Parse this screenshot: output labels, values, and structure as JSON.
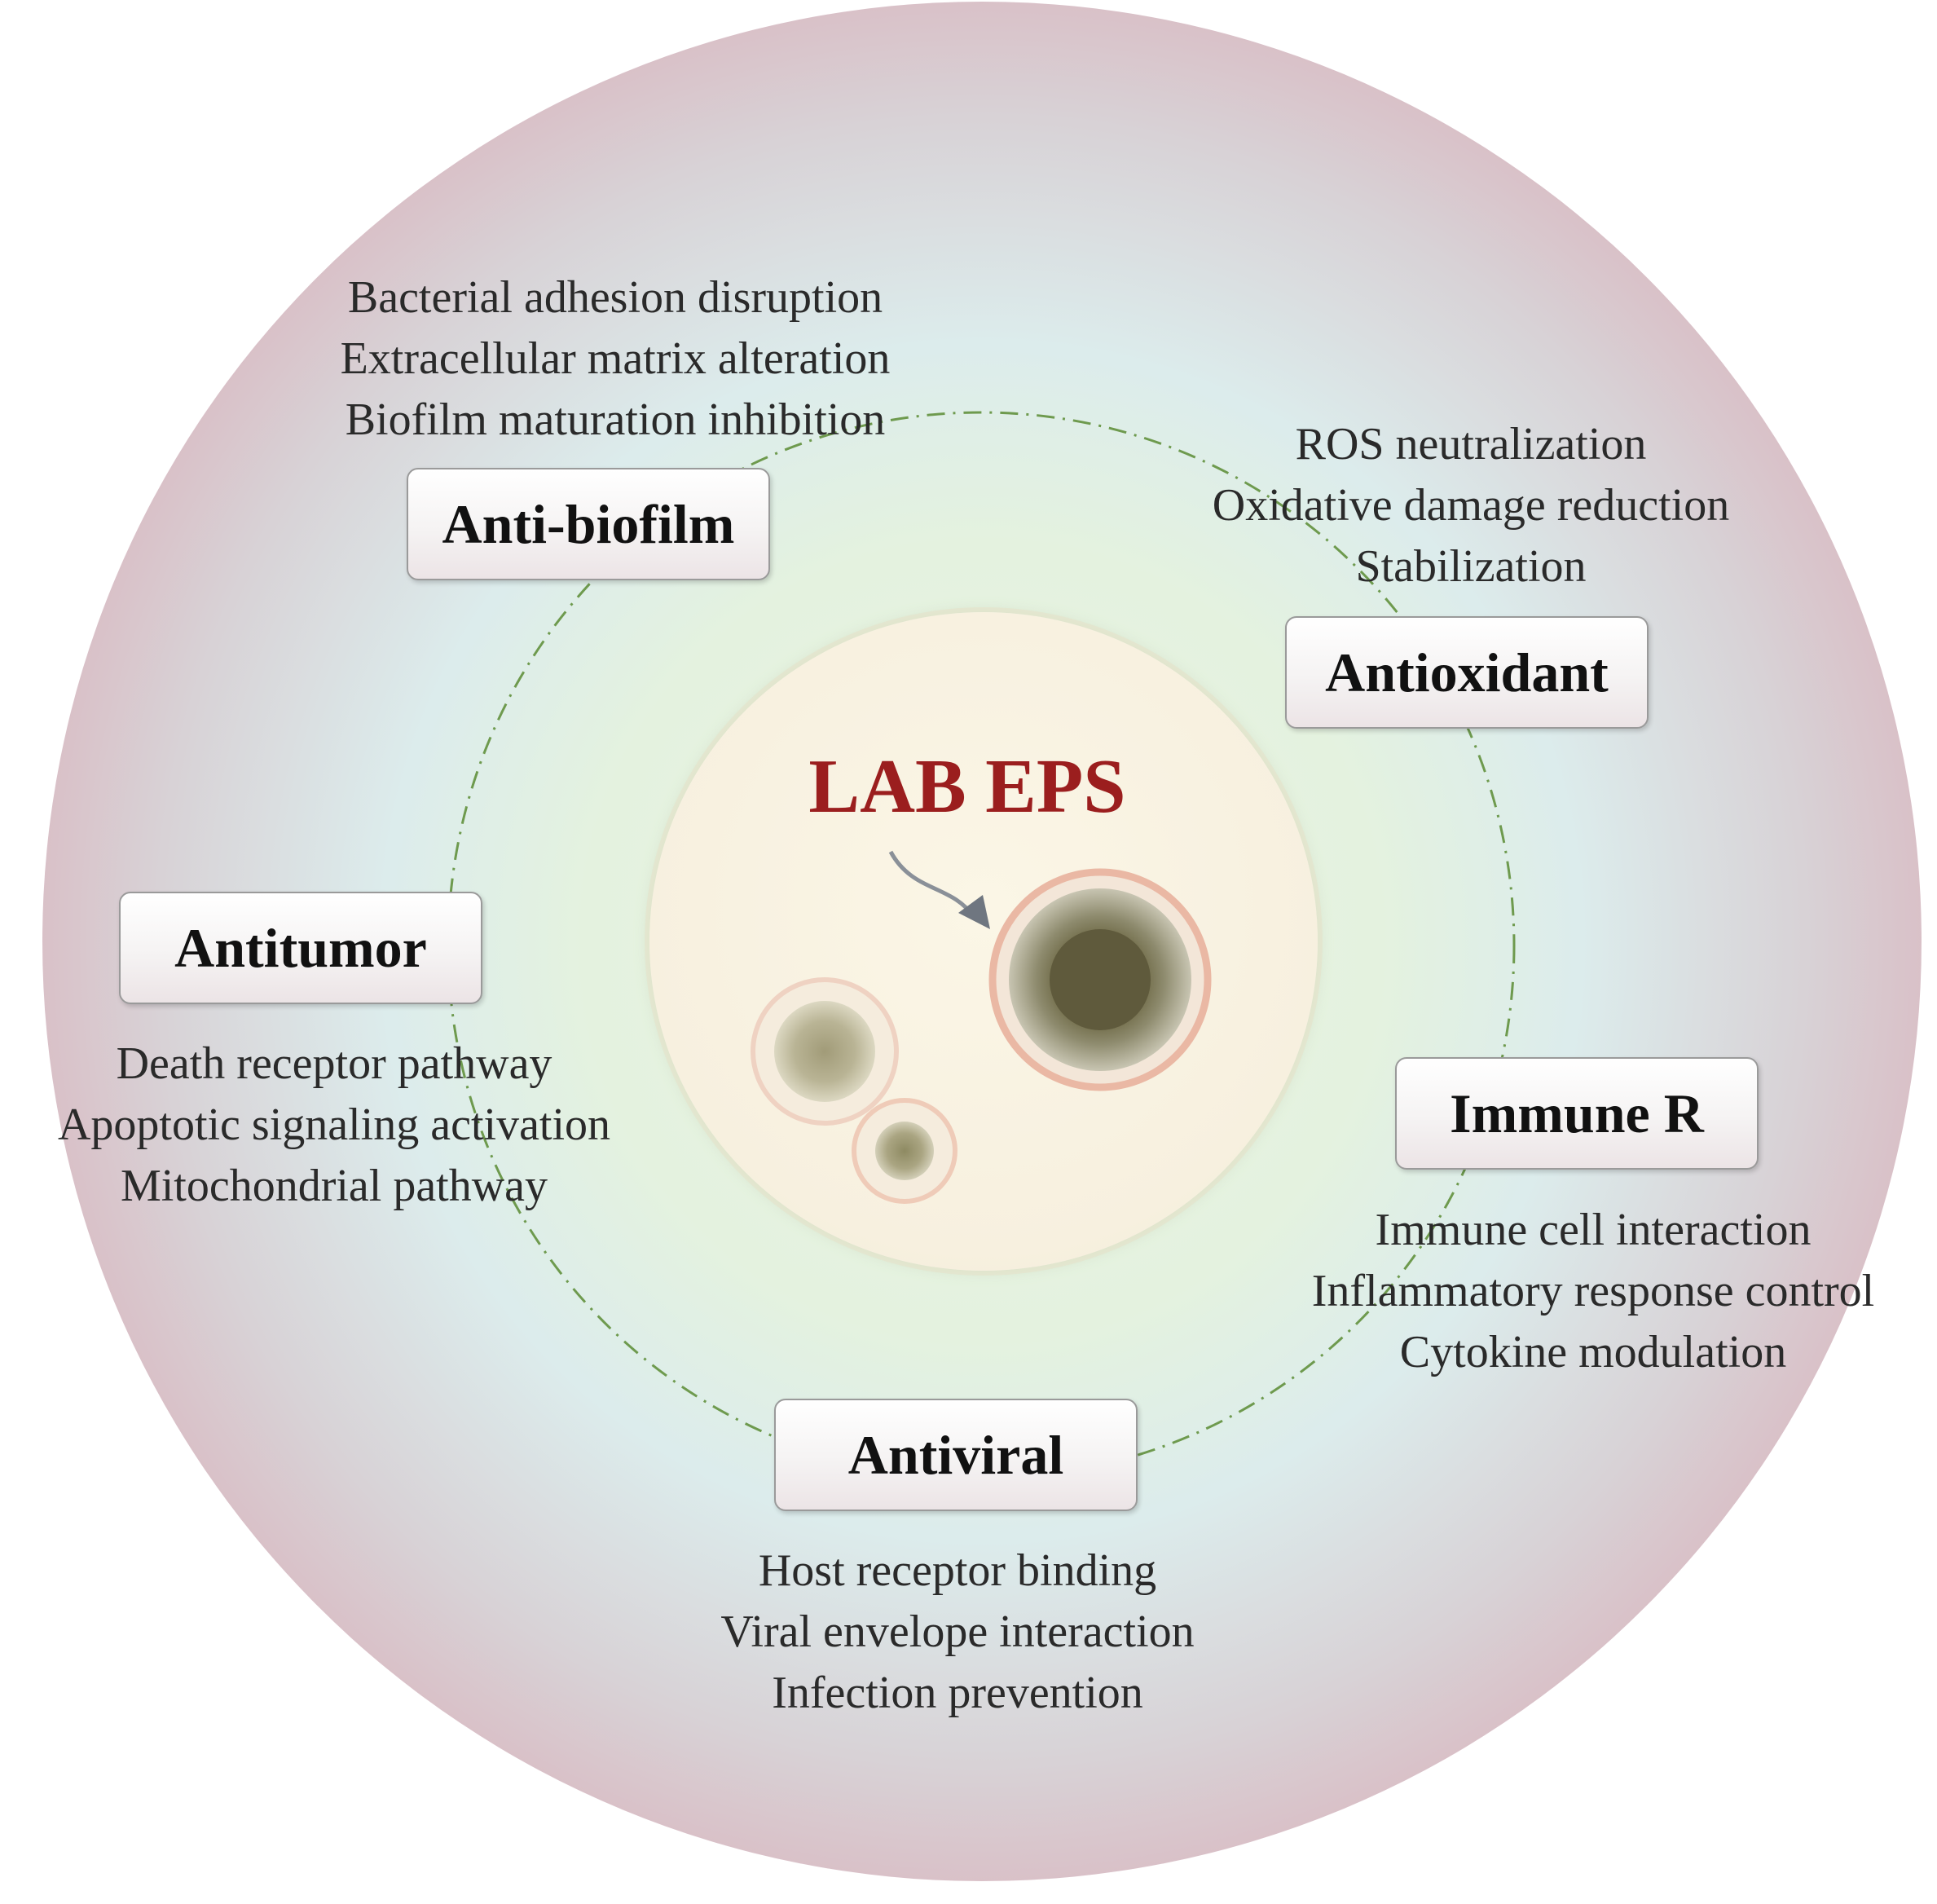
{
  "center": {
    "title": "LAB EPS"
  },
  "colors": {
    "outer_edge": "#dc9aa6",
    "inner_green": "#e4f2df",
    "center_disc": "#f7f0df",
    "title_red": "#9b1e1e",
    "ring_dash": "#6e9a4e",
    "colony_dark": "#5f5a3c",
    "colony_halo": "#eab8a4"
  },
  "functions": {
    "antibiofilm": {
      "label": "Anti-biofilm",
      "items": [
        "Bacterial adhesion disruption",
        "Extracellular matrix alteration",
        "Biofilm maturation inhibition"
      ]
    },
    "antioxidant": {
      "label": "Antioxidant",
      "items": [
        "ROS neutralization",
        "Oxidative damage reduction",
        "Stabilization"
      ]
    },
    "antitumor": {
      "label": "Antitumor",
      "items": [
        "Death receptor pathway",
        "Apoptotic signaling activation",
        "Mitochondrial pathway"
      ]
    },
    "immune": {
      "label": "Immune R",
      "items": [
        "Immune cell interaction",
        "Inflammatory response control",
        "Cytokine modulation"
      ]
    },
    "antiviral": {
      "label": "Antiviral",
      "items": [
        "Host receptor binding",
        "Viral envelope interaction",
        "Infection prevention"
      ]
    }
  }
}
